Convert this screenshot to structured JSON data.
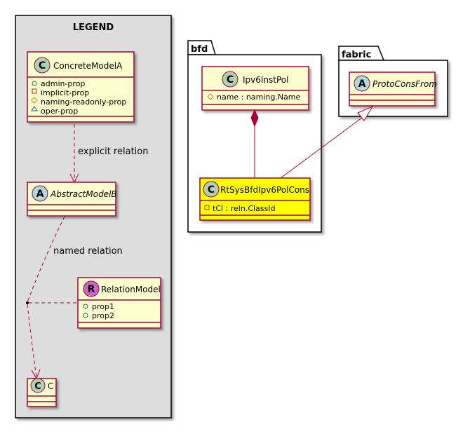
{
  "legend": {
    "title": "LEGEND",
    "concrete_model": {
      "stereotype_letter": "C",
      "name": "ConcreteModelA",
      "attributes": [
        {
          "visibility": "+",
          "name": "admin-prop"
        },
        {
          "visibility": "-",
          "name": "implicit-prop"
        },
        {
          "visibility": "#",
          "name": "naming-readonly-prop"
        },
        {
          "visibility": "~",
          "name": "oper-prop"
        }
      ]
    },
    "abstract_model": {
      "stereotype_letter": "A",
      "name": "AbstractModelB"
    },
    "relation_model": {
      "stereotype_letter": "R",
      "name": "RelationModel",
      "attributes": [
        {
          "visibility": "+",
          "name": "prop1"
        },
        {
          "visibility": "+",
          "name": "prop2"
        }
      ]
    },
    "c_model": {
      "stereotype_letter": "C",
      "name": "C"
    },
    "explicit_relation_label": "explicit relation",
    "named_relation_label": "named relation"
  },
  "packages": {
    "bfd": {
      "name": "bfd",
      "ipv6_inst_pol": {
        "stereotype_letter": "C",
        "name": "Ipv6InstPol",
        "attributes": [
          {
            "visibility": "#",
            "name": "name : naming.Name"
          }
        ]
      },
      "rt_sys": {
        "stereotype_letter": "C",
        "name": "RtSysBfdIpv6PolCons",
        "attributes": [
          {
            "visibility": "-",
            "name": "tCl : reln.ClassId"
          }
        ]
      }
    },
    "fabric": {
      "name": "fabric",
      "proto_cons_from": {
        "stereotype_letter": "A",
        "name": "ProtoConsFrom"
      }
    }
  },
  "colors": {
    "class_fill": "#FEFECE",
    "class_border": "#A80036",
    "highlight_fill": "#FFFF00",
    "legend_fill": "#DDDDDD",
    "circle_c": "#ADD1B2",
    "circle_a": "#A9DCDF",
    "circle_r": "#CC66CC"
  }
}
